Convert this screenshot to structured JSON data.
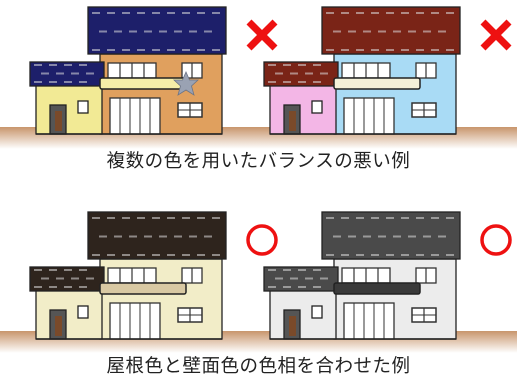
{
  "captions": {
    "bad_example": "複数の色を用いたバランスの悪い例",
    "good_example": "屋根色と壁面色の色相を合わせた例"
  },
  "houses": [
    {
      "id": "top-left",
      "judgement": "bad",
      "mark": "cross-icon",
      "roof_color": "#1d1f6a",
      "wall_main_color": "#e0a05e",
      "wall_side_color": "#f2ea95",
      "balcony_color": "#f6eea8"
    },
    {
      "id": "top-right",
      "judgement": "bad",
      "mark": "cross-icon",
      "roof_color": "#7a2417",
      "wall_main_color": "#a9dbf5",
      "wall_side_color": "#f3b6e6",
      "balcony_color": "#f4f0d8"
    },
    {
      "id": "bottom-left",
      "judgement": "good",
      "mark": "circle-icon",
      "roof_color": "#2e241d",
      "wall_main_color": "#f2edc8",
      "wall_side_color": "#f2edc8",
      "balcony_color": "#d9c9a3"
    },
    {
      "id": "bottom-right",
      "judgement": "good",
      "mark": "circle-icon",
      "roof_color": "#4a4a4a",
      "wall_main_color": "#ececec",
      "wall_side_color": "#ececec",
      "balcony_color": "#3a3a3a"
    }
  ],
  "colors": {
    "mark_red": "#ee1111",
    "ground_top": "#c8956c",
    "ground_bottom": "#ffffff"
  }
}
